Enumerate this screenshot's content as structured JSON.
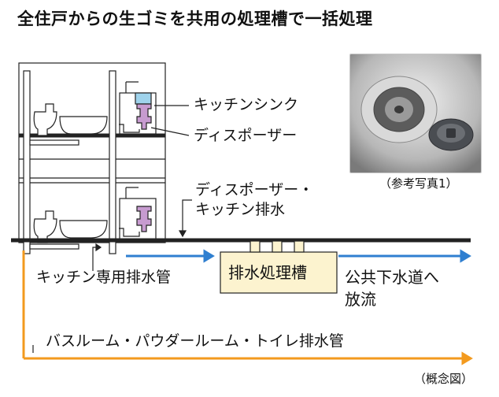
{
  "title": "全住戸からの生ゴミを共用の処理槽で一括処理",
  "labels": {
    "kitchen_sink": "キッチンシンク",
    "disposer": "ディスポーザー",
    "disposer_drain_line1": "ディスポーザー・",
    "disposer_drain_line2": "キッチン排水",
    "kitchen_pipe": "キッチン専用排水管",
    "treatment_tank": "排水処理槽",
    "sewer_line1": "公共下水道へ",
    "sewer_line2": "放流",
    "bath_pipe": "バスルーム・パウダールーム・トイレ排水管",
    "photo_caption": "（参考写真1）",
    "diagram_caption": "（概念図）"
  },
  "colors": {
    "kitchen_flow": "#2f7fd0",
    "bath_flow": "#f39a1e",
    "tank_fill": "#fcf3cf",
    "disposer": "#c79bd0",
    "sink_water": "#9fd3ec",
    "line": "#222222"
  }
}
